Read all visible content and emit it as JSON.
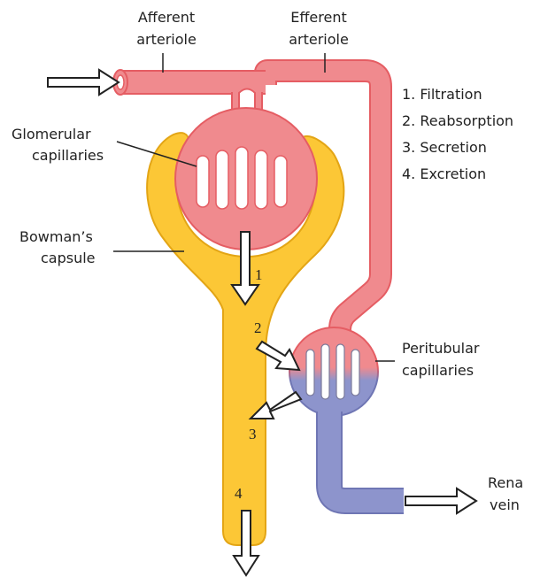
{
  "labels": {
    "afferent_line1": "Afferent",
    "afferent_line2": "arteriole",
    "efferent_line1": "Efferent",
    "efferent_line2": "arteriole",
    "glomerular_line1": "Glomerular",
    "glomerular_line2": "capillaries",
    "bowman_line1": "Bowman’s",
    "bowman_line2": "capsule",
    "peritubular_line1": "Peritubular",
    "peritubular_line2": "capillaries",
    "renal_line1": "Rena",
    "renal_line2": "vein"
  },
  "steps": [
    "1. Filtration",
    "2. Reabsorption",
    "3. Secretion",
    "4. Excretion"
  ],
  "markers": {
    "m1": "1",
    "m2": "2",
    "m3": "3",
    "m4": "4"
  },
  "colors": {
    "artery_fill": "#f08a8e",
    "artery_stroke": "#e55d63",
    "vein_fill": "#8d94cc",
    "vein_stroke": "#6f76b4",
    "capsule_fill": "#fcc736",
    "capsule_stroke": "#e3a515",
    "arrow_fill": "#ffffff",
    "arrow_stroke": "#222222"
  }
}
